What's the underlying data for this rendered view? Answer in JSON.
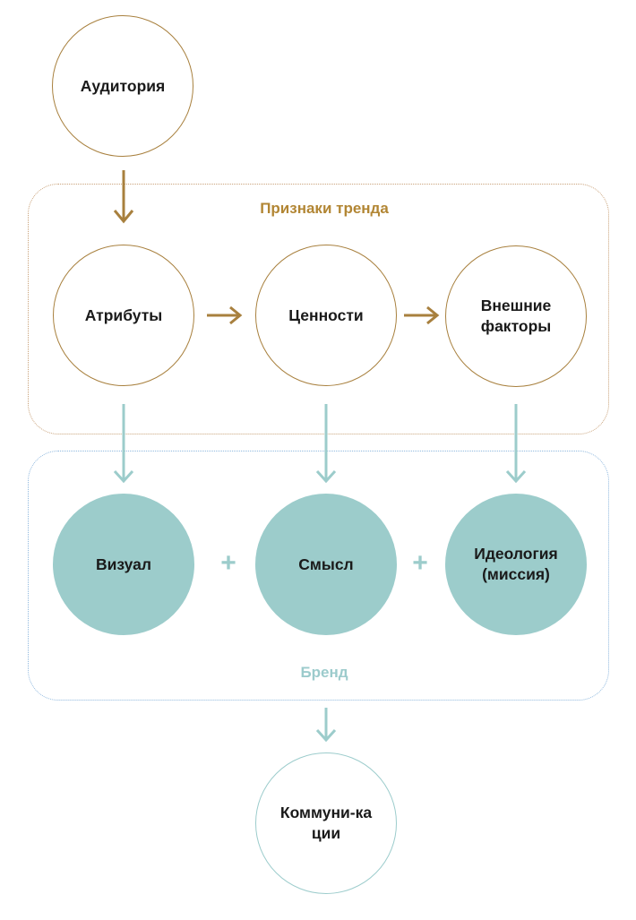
{
  "colors": {
    "trend_accent": "#a8803e",
    "trend_label": "#b28634",
    "trend_group_border": "#c9a27a",
    "brand_accent": "#9ccccb",
    "brand_label": "#9ccbcc",
    "brand_group_border": "#8fb8de",
    "text": "#1a1a1a"
  },
  "groups": {
    "trend": {
      "label": "Признаки тренда"
    },
    "brand": {
      "label": "Бренд"
    }
  },
  "nodes": {
    "audience": "Аудитория",
    "attributes": "Атрибуты",
    "values": "Ценности",
    "external_factors": "Внешние факторы",
    "visual": "Визуал",
    "meaning": "Смысл",
    "ideology": "Идеология (миссия)",
    "communications": "Коммуни-кации"
  },
  "operators": {
    "plus_1": "+",
    "plus_2": "+"
  },
  "connections": [
    {
      "from": "audience",
      "to": "attributes"
    },
    {
      "from": "attributes",
      "to": "values"
    },
    {
      "from": "values",
      "to": "external_factors"
    },
    {
      "from": "attributes",
      "to": "visual"
    },
    {
      "from": "values",
      "to": "meaning"
    },
    {
      "from": "external_factors",
      "to": "ideology"
    },
    {
      "from": "brand",
      "to": "communications"
    }
  ]
}
